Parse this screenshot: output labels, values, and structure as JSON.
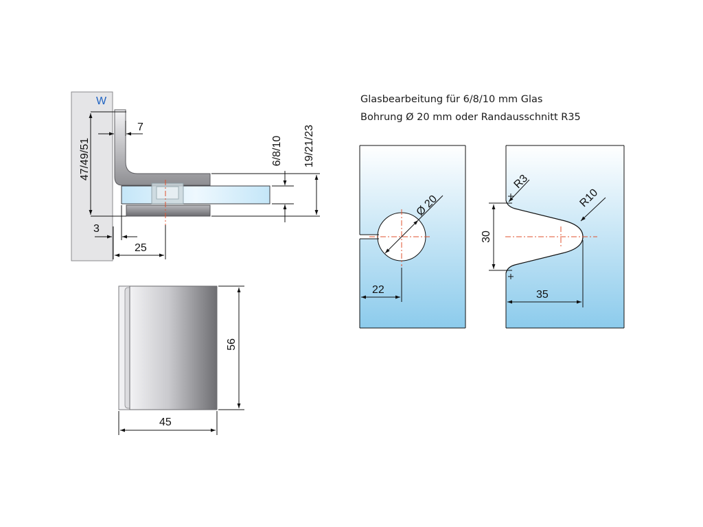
{
  "header": {
    "line1": "Glasbearbeitung für 6/8/10 mm Glas",
    "line2": "Bohrung Ø 20 mm oder Randausschnitt R35"
  },
  "side_view": {
    "wall_label": "W",
    "dim_wall_height": "47/49/51",
    "dim_thickness": "7",
    "dim_glass": "6/8/10",
    "dim_overall": "19/21/23",
    "dim_gap": "3",
    "dim_depth": "25"
  },
  "front_view": {
    "dim_height": "56",
    "dim_width": "45"
  },
  "bore_panel": {
    "dim_diameter": "Ø 20",
    "dim_edge": "22"
  },
  "cutout_panel": {
    "dim_corner_radius": "R3",
    "dim_radius": "R10",
    "dim_width": "30",
    "dim_depth": "35"
  },
  "colors": {
    "glass_top": "#ffffff",
    "glass_bottom": "#8ccbec",
    "centerline": "#e0502c",
    "wall_label": "#1f63c2"
  }
}
